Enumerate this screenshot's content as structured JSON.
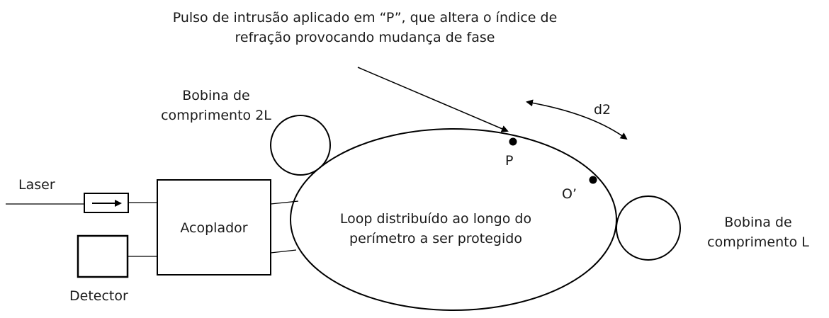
{
  "intrusion_note": {
    "line1": "Pulso de intrusão aplicado em “P”, que altera o índice de",
    "line2": "refração provocando mudança de fase"
  },
  "coil_2L": {
    "line1": "Bobina de",
    "line2": "comprimento  2L"
  },
  "coil_L": {
    "line1": "Bobina de",
    "line2": "comprimento  L"
  },
  "distance_label": "d2",
  "point_P": "P",
  "point_O": "O’",
  "laser_label": "Laser",
  "coupler_label": "Acoplador",
  "detector_label": "Detector",
  "loop_label": {
    "line1": "Loop distribuído  ao longo do",
    "line2": "perímetro  a ser protegido"
  }
}
